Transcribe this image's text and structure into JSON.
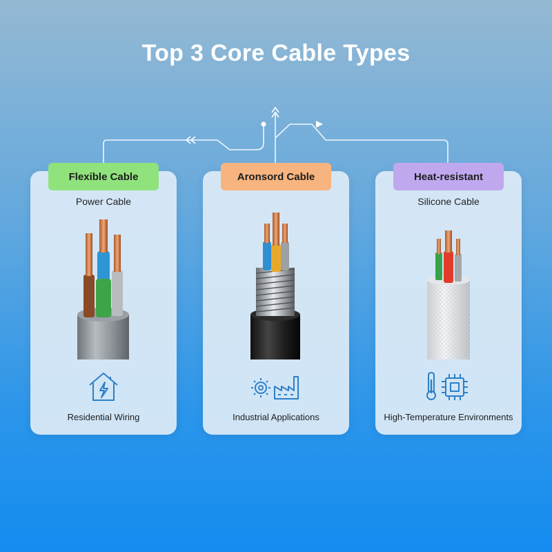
{
  "title": "Top 3 Core Cable Types",
  "colors": {
    "flexible_tag": "#90e37c",
    "armoured_tag": "#f7b47f",
    "heat_tag": "#c0a8ef",
    "icon_blue": "#2d7fc6",
    "background_top": "#95b9d3",
    "background_bottom": "#148cf0"
  },
  "cards": [
    {
      "tag": "Flexible Cable",
      "subtitle": "Power Cable",
      "icon": "house-lightning-icon",
      "use": "Residential Wiring"
    },
    {
      "tag": "Aronsord Cable",
      "subtitle": "",
      "icon": "gear-factory-icon",
      "use": "Industrial Applications"
    },
    {
      "tag": "Heat-resistant",
      "subtitle": "Silicone Cable",
      "icon": "thermometer-chip-icon",
      "use": "High-Temperature Environments"
    }
  ]
}
